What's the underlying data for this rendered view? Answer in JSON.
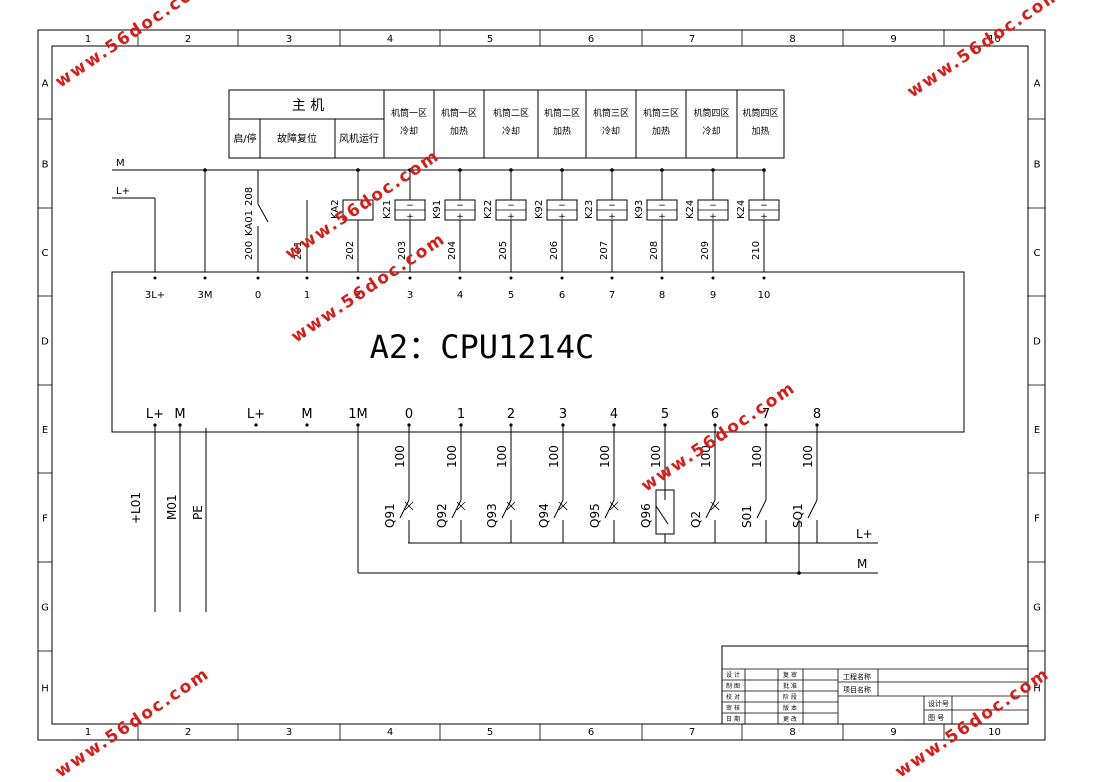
{
  "border": {
    "columns": [
      "1",
      "2",
      "3",
      "4",
      "5",
      "6",
      "7",
      "8",
      "9",
      "10"
    ],
    "rows": [
      "A",
      "B",
      "C",
      "D",
      "E",
      "F",
      "G",
      "H"
    ]
  },
  "header": {
    "main_title": "主  机",
    "main_subs": [
      "启/停",
      "故障复位",
      "风机运行"
    ],
    "zones": [
      [
        "机筒一区",
        "冷却"
      ],
      [
        "机筒一区",
        "加热"
      ],
      [
        "机筒二区",
        "冷却"
      ],
      [
        "机筒二区",
        "加热"
      ],
      [
        "机筒三区",
        "冷却"
      ],
      [
        "机筒三区",
        "加热"
      ],
      [
        "机筒四区",
        "冷却"
      ],
      [
        "机筒四区",
        "加热"
      ]
    ]
  },
  "top_wiring": {
    "bus_m": "M",
    "bus_lplus": "L+",
    "contact_label": "KA01",
    "contact_top": "208",
    "contact_bottom": "200",
    "relays": [
      "KA2",
      "K21",
      "K91",
      "K22",
      "K92",
      "K23",
      "K93",
      "K24",
      "K24"
    ],
    "wire_numbers": [
      "201",
      "202",
      "203",
      "204",
      "205",
      "206",
      "207",
      "208",
      "209",
      "210"
    ]
  },
  "plc": {
    "title": "A2：CPU1214C",
    "top_terminals": [
      "3L+",
      "3M",
      "0",
      "1",
      "2",
      "3",
      "4",
      "5",
      "6",
      "7",
      "8",
      "9",
      "10"
    ],
    "bottom_terminals": [
      "L+",
      "M",
      "L+",
      "M",
      "1M",
      "0",
      "1",
      "2",
      "3",
      "4",
      "5",
      "6",
      "7",
      "8"
    ]
  },
  "bottom_wiring": {
    "input_wires": [
      "100",
      "100",
      "100",
      "100",
      "100",
      "100",
      "100",
      "100",
      "100"
    ],
    "input_devices": [
      "Q91",
      "Q92",
      "Q93",
      "Q94",
      "Q95",
      "Q96",
      "Q2",
      "S01",
      "SQ1"
    ],
    "supply_labels": [
      "+L01",
      "M01",
      "PE"
    ],
    "bus_lplus": "L+",
    "bus_m": "M"
  },
  "title_block": {
    "left_labels": [
      "设 计",
      "制 图",
      "校 对",
      "审 核",
      "日 期"
    ],
    "mid_labels": [
      "复 审",
      "批 准",
      "阶 段",
      "版 本",
      "更 改"
    ],
    "project_labels": [
      "工程名称",
      "项目名称"
    ],
    "right_labels": [
      "设计号",
      "图  号"
    ]
  },
  "watermarks": [
    "www.56doc.com",
    "www.56doc.com",
    "www.56doc.com",
    "www.56doc.com",
    "www.56doc.com",
    "www.56doc.com",
    "www.56doc.com"
  ]
}
